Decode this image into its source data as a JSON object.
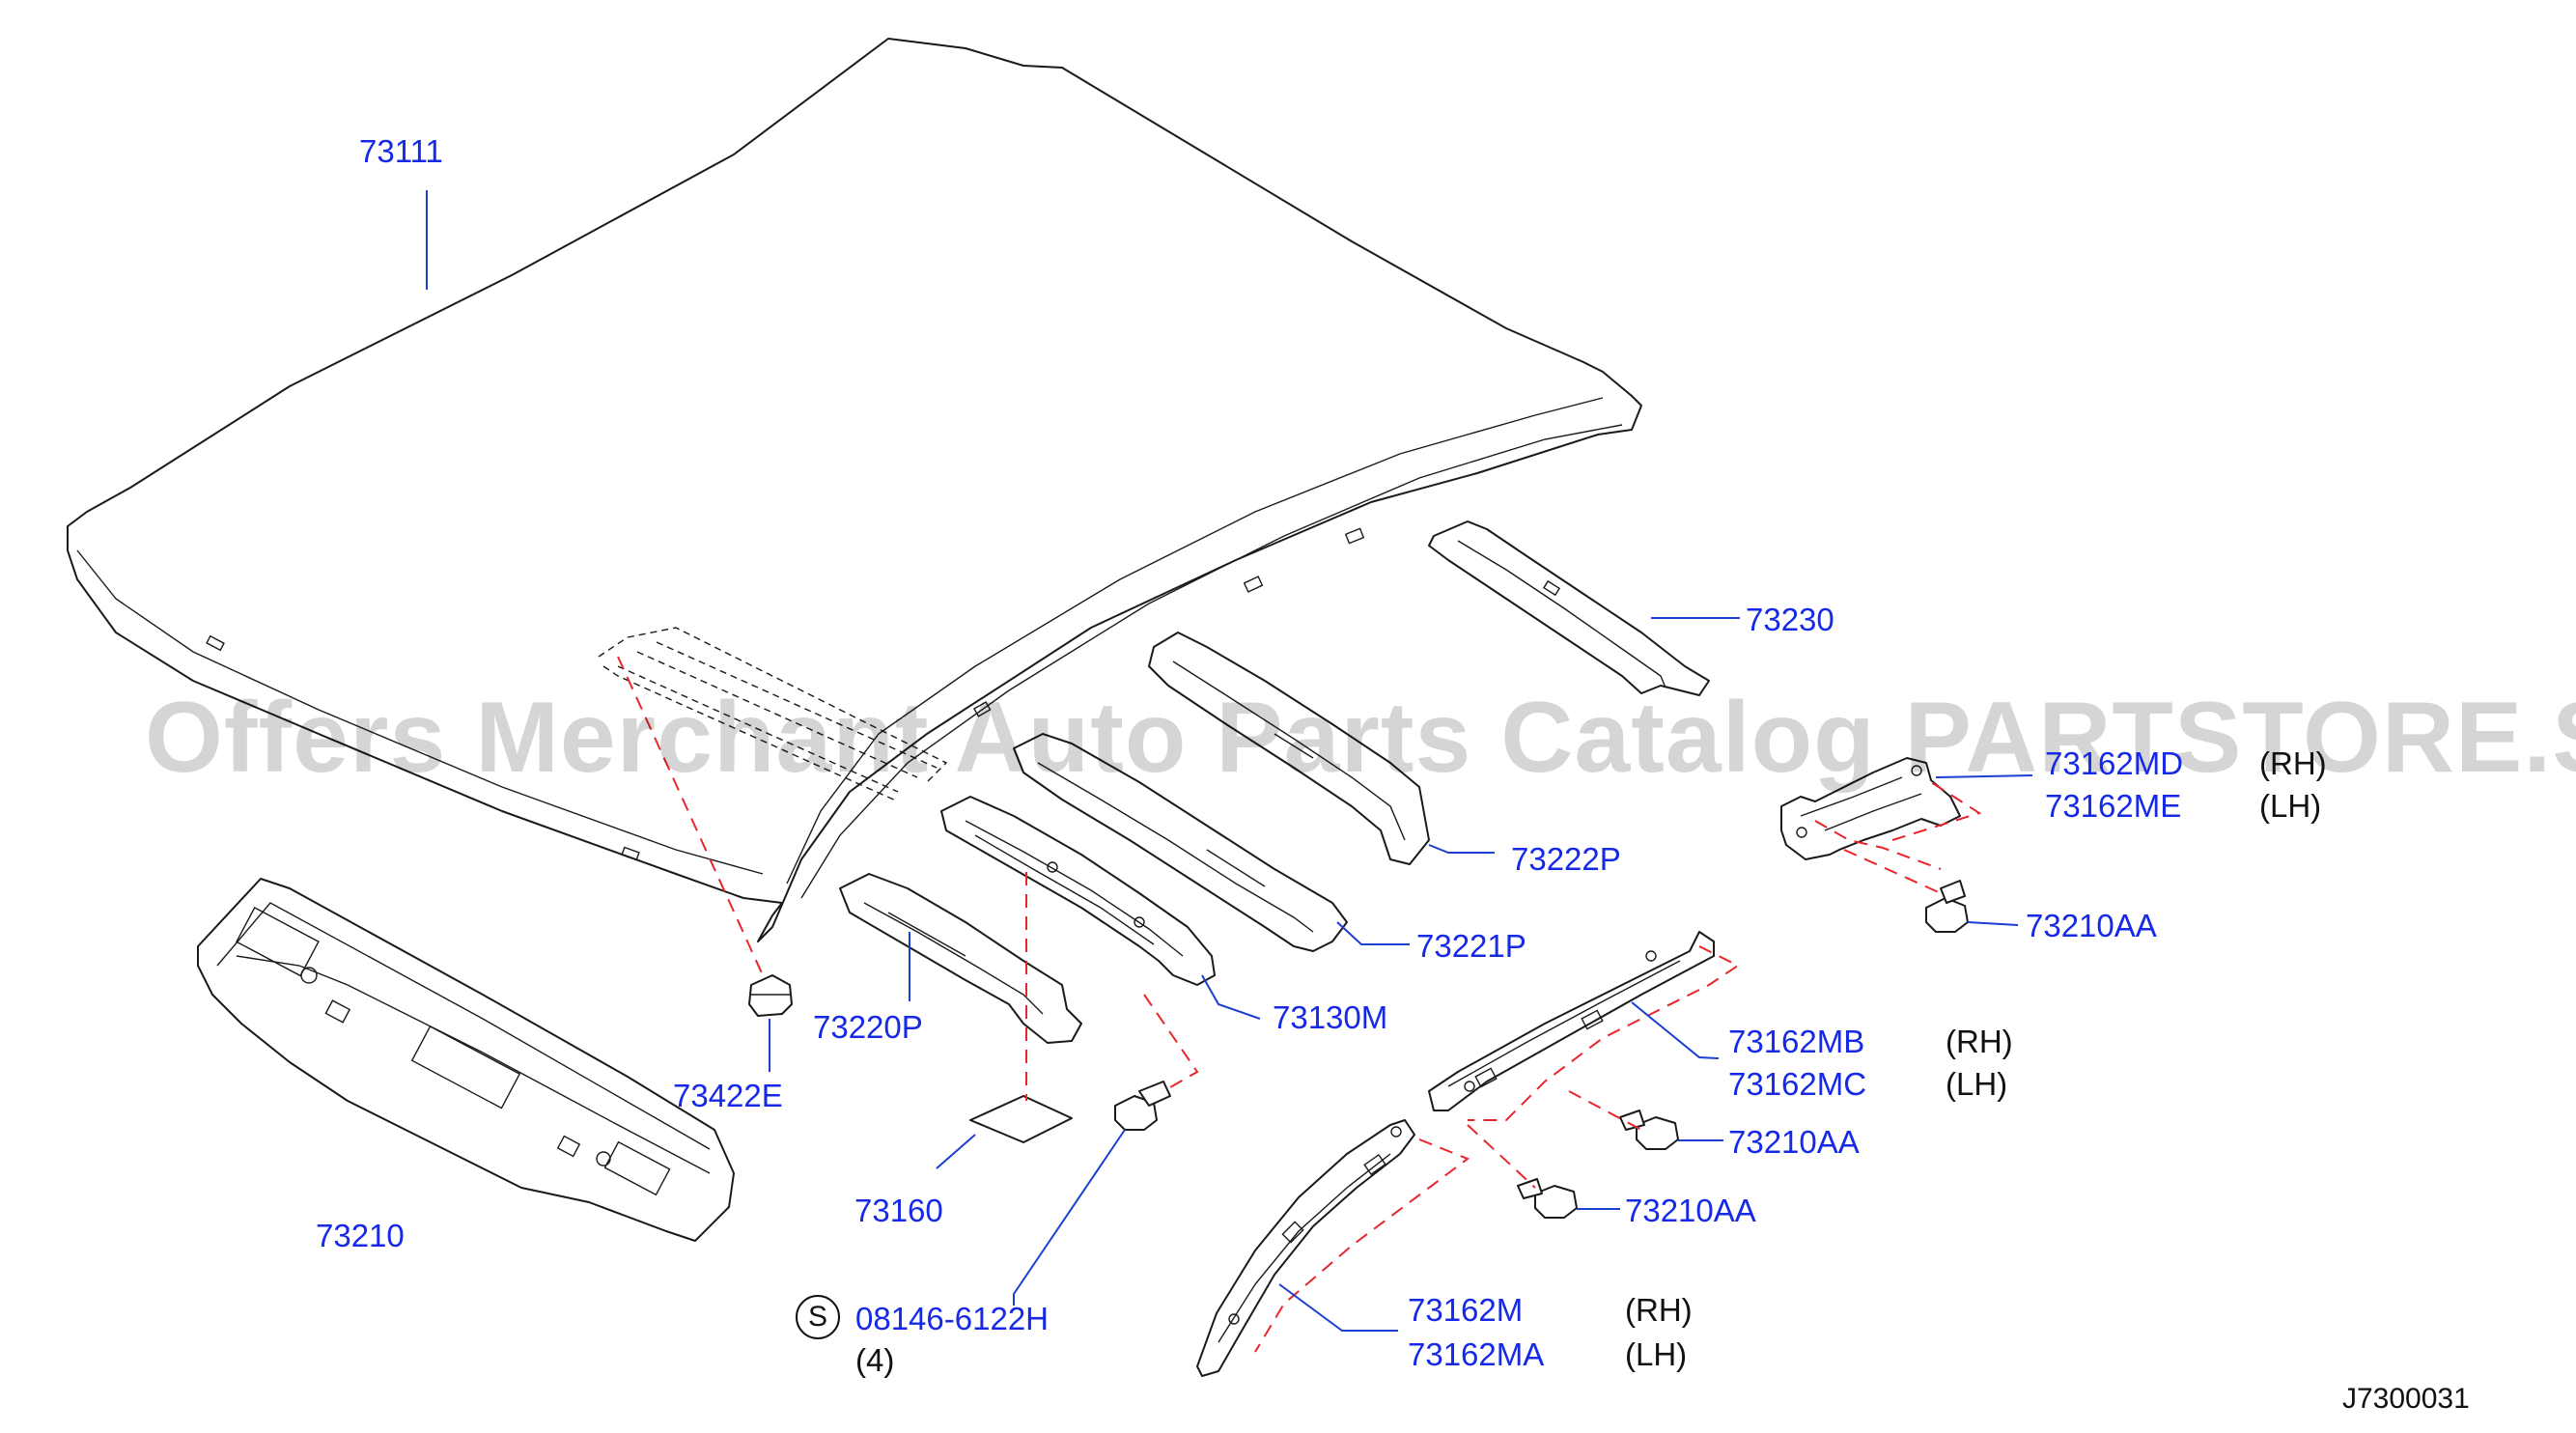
{
  "watermark": "Offers Merchant Auto Parts Catalog PARTSTORE.SA",
  "drawing_number": "J7300031",
  "symbol_s": "S",
  "parts": {
    "roof_panel": "73111",
    "front_rail": "73230",
    "bow_1": "73222P",
    "bow_2": "73221P",
    "bow_3": "73220P",
    "rear_rail": "73130M",
    "clip": "73422E",
    "pad": "73160",
    "rear_panel": "73210",
    "bolt": "08146-6122H",
    "bolt_qty": "(4)",
    "bracket_rh": "73162MD",
    "bracket_lh": "73162ME",
    "bracket_bolt": "73210AA",
    "rail_upper_rh": "73162MB",
    "rail_upper_lh": "73162MC",
    "rail_bolt_upper": "73210AA",
    "rail_bolt_lower": "73210AA",
    "rail_lower_rh": "73162M",
    "rail_lower_lh": "73162MA"
  },
  "sides": {
    "rh": "(RH)",
    "lh": "(LH)"
  }
}
